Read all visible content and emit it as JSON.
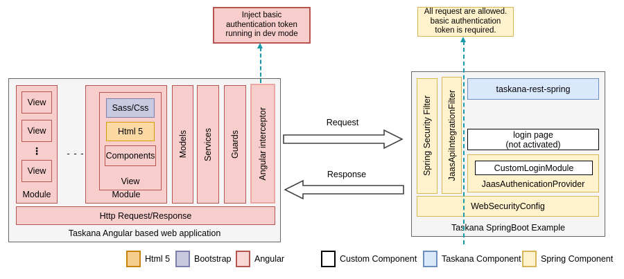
{
  "colors": {
    "angular_fill": "#f8cecc",
    "angular_border": "#b85450",
    "bootstrap_fill": "#c9c9e1",
    "bootstrap_border": "#7b7bac",
    "html5_fill": "#fcd9a2",
    "html5_border": "#d79b00",
    "spring_fill": "#fff2cc",
    "spring_border": "#d6b656",
    "taskana_fill": "#dae8fc",
    "taskana_border": "#6c8ebf",
    "custom_fill": "#ffffff",
    "custom_border": "#000000",
    "container_fill": "#f5f5f5",
    "container_border": "#666666",
    "connector_teal": "#1799a8"
  },
  "callouts": {
    "dev_token": "Inject basic authentication token running in dev mode",
    "request_allowed": "All request are allowed. basic authentication token is required."
  },
  "angular_app": {
    "caption": "Taskana Angular based web application",
    "module1": {
      "label": "Module",
      "view1": "View",
      "view2": "View",
      "view3": "View",
      "ellipsis": "⋮"
    },
    "dots": "- - -",
    "module2": {
      "label": "Module",
      "view_label": "View",
      "sass": "Sass/Css",
      "html5": "Html 5",
      "components": "Components"
    },
    "models": "Models",
    "services": "Services",
    "guards": "Guards",
    "interceptor": "Angular interceptor",
    "http_bar": "Http Request/Response"
  },
  "flow": {
    "request": "Request",
    "response": "Response"
  },
  "springboot": {
    "caption": "Taskana SpringBoot Example",
    "spring_security_filter": "Spring Security Filter",
    "jaas_api_filter": "JaasApiIntegrationFilter",
    "taskana_rest": "taskana-rest-spring",
    "login_line1": "login page",
    "login_line2": "(not activated)",
    "custom_login": "CustomLoginModule",
    "jaas_provider": "JaasAuthenicationProvider",
    "web_security": "WebSecurityConfig"
  },
  "legend": {
    "html5": "Html 5",
    "bootstrap": "Bootstrap",
    "angular": "Angular",
    "custom": "Custom Component",
    "taskana": "Taskana Component",
    "spring": "Spring Component"
  }
}
